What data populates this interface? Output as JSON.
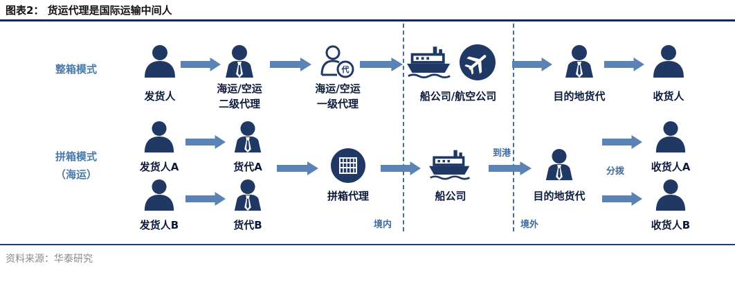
{
  "title": "图表2：  货运代理是国际运输中间人",
  "source": "资料来源：华泰研究",
  "colors": {
    "navy": "#1f3864",
    "arrow": "#5b82b5",
    "mode": "#4a7aa8",
    "rule": "#0f2a5a"
  },
  "modes": {
    "fcl": "整箱模式",
    "lcl_line1": "拼箱模式",
    "lcl_line2": "（海运）"
  },
  "fcl_nodes": {
    "shipper": "发货人",
    "sec_agent_l1": "海运/空运",
    "sec_agent_l2": "二级代理",
    "pri_agent_l1": "海运/空运",
    "pri_agent_l2": "一级代理",
    "carrier": "船公司/航空公司",
    "dest_agent": "目的地货代",
    "consignee": "收货人"
  },
  "lcl_nodes": {
    "shipper_a": "发货人A",
    "shipper_b": "发货人B",
    "agent_a": "货代A",
    "agent_b": "货代B",
    "consolidator": "拼箱代理",
    "carrier": "船公司",
    "dest_agent": "目的地货代",
    "consignee_a": "收货人A",
    "consignee_b": "收货人B"
  },
  "annotations": {
    "domestic": "境内",
    "overseas": "境外",
    "arrive_port": "到港",
    "distribute": "分拨"
  },
  "icons": {
    "person": "person-icon",
    "agent": "person-with-tie-icon",
    "primary_agent": "agent-badge-icon",
    "ship": "cargo-ship-icon",
    "plane": "airplane-icon",
    "container": "container-icon"
  }
}
